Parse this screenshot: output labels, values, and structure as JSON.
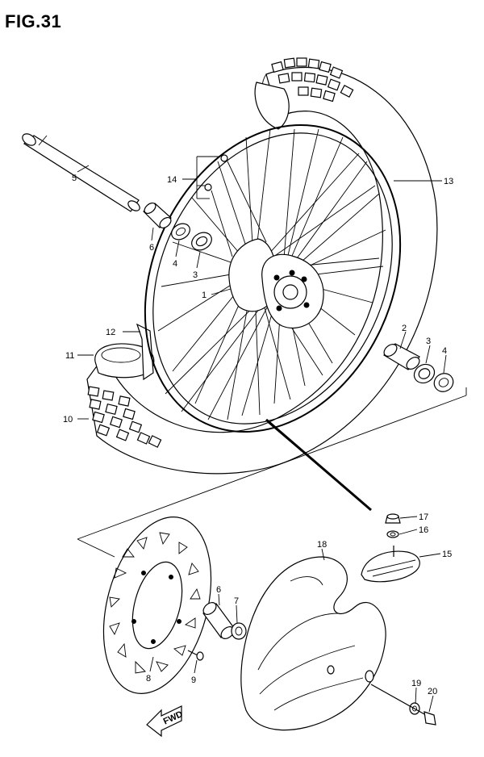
{
  "figure": {
    "title": "FIG.31"
  },
  "labels": {
    "p1": "1",
    "p2": "2",
    "p3a": "3",
    "p3b": "3",
    "p4a": "4",
    "p4b": "4",
    "p5": "5",
    "p6a": "6",
    "p6b": "6",
    "p7": "7",
    "p8": "8",
    "p9": "9",
    "p10": "10",
    "p11": "11",
    "p12": "12",
    "p13": "13",
    "p14": "14",
    "p15": "15",
    "p16": "16",
    "p17": "17",
    "p18": "18",
    "p19": "19",
    "p20": "20"
  },
  "fwd": "FWD"
}
